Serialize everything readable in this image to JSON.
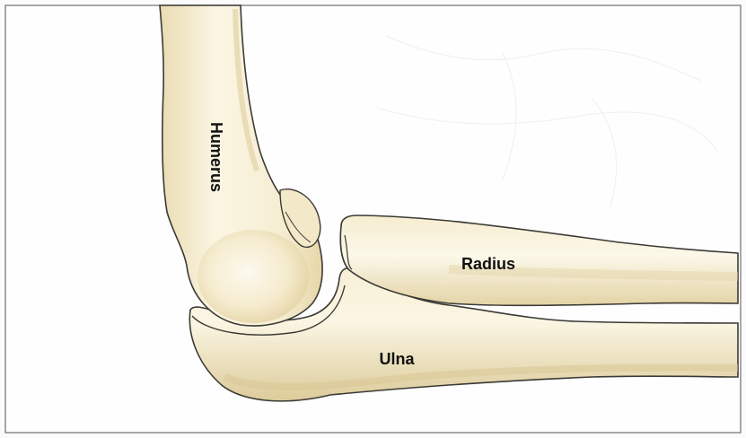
{
  "labels": {
    "humerus": "Humerus",
    "radius": "Radius",
    "ulna": "Ulna"
  },
  "colors": {
    "bone_light": "#fbf7e6",
    "bone_mid": "#f1e6c3",
    "bone_shadow": "#dccb9c",
    "outline": "#3b3a35",
    "frame": "#8a8a8a",
    "label_text": "#111111"
  }
}
